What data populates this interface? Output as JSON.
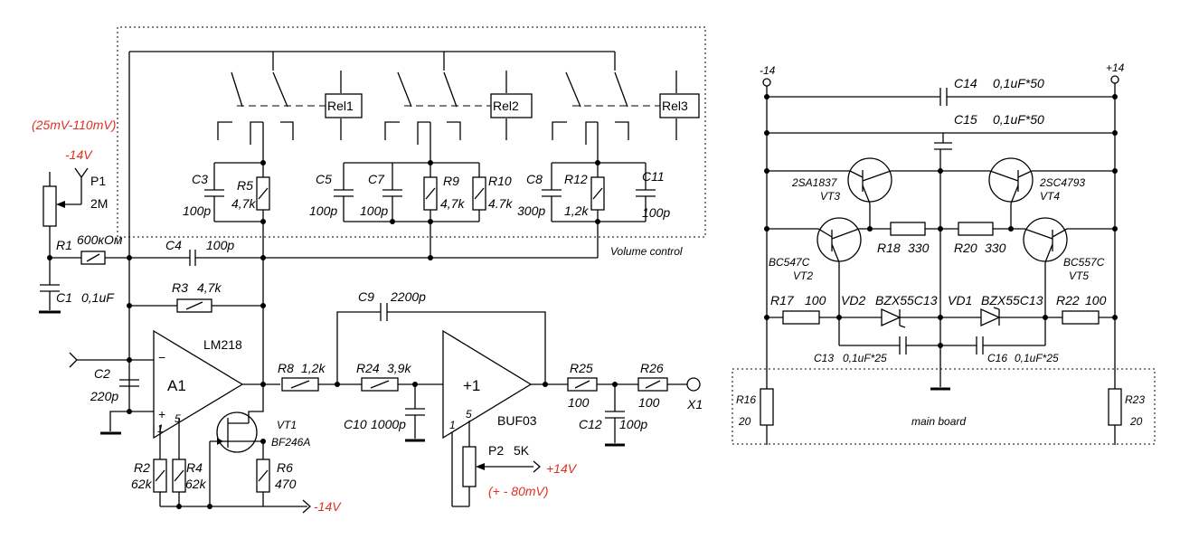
{
  "left": {
    "relays": [
      "Rel1",
      "Rel2",
      "Rel3"
    ],
    "components": {
      "C3": [
        "C3",
        "100p"
      ],
      "R5": [
        "R5",
        "4,7k"
      ],
      "C5": [
        "C5",
        "100p"
      ],
      "C7": [
        "C7",
        "100p"
      ],
      "R9": [
        "R9",
        "4,7k"
      ],
      "R10": [
        "R10",
        "4.7k"
      ],
      "C8": [
        "C8",
        "300p"
      ],
      "R12": [
        "R12",
        "1,2k"
      ],
      "C11": [
        "C11",
        "100p"
      ],
      "R1": [
        "R1",
        "600кОм"
      ],
      "C4": [
        "C4",
        "100p"
      ],
      "C1": [
        "C1",
        "0,1uF"
      ],
      "R3": [
        "R3",
        "4,7k"
      ],
      "C9": [
        "C9",
        "2200p"
      ],
      "C2": [
        "C2",
        "220p"
      ],
      "R8": [
        "R8",
        "1,2k"
      ],
      "R24": [
        "R24",
        "3,9k"
      ],
      "R25": [
        "R25",
        "100"
      ],
      "R26": [
        "R26",
        "100"
      ],
      "C10": [
        "C10",
        "1000p"
      ],
      "C12": [
        "C12",
        "100p"
      ],
      "R2": [
        "R2",
        "62k"
      ],
      "R4": [
        "R4",
        "62k"
      ],
      "R6": [
        "R6",
        "470"
      ],
      "VT1": [
        "VT1",
        "BF246A"
      ],
      "P1": [
        "P1",
        "2M"
      ],
      "P2": [
        "P2",
        "5K"
      ]
    },
    "opamps": {
      "a1_name": "A1",
      "a1_type": "LM218",
      "buf_name": "+1",
      "buf_type": "BUF03",
      "pin1": "1",
      "pin5": "5",
      "minus": "−",
      "plus": "+"
    },
    "volume_control": "Volume control",
    "p1_range": "(25mV-110mV)",
    "p1_supply": "-14V",
    "p2_range": "(+ - 80mV)",
    "p2_supply": "+14V",
    "neg_supply": "-14V",
    "output": "X1"
  },
  "right": {
    "rail_neg": "-14",
    "rail_pos": "+14",
    "C14": "C14",
    "C14_val": "0,1uF*50",
    "C15": "C15",
    "C15_val": "0,1uF*50",
    "VT3_type": "2SA1837",
    "VT3": "VT3",
    "VT4_type": "2SC4793",
    "VT4": "VT4",
    "VT2_type": "BC547C",
    "VT2": "VT2",
    "VT5_type": "BC557C",
    "VT5": "VT5",
    "R18": "R18",
    "R18_val": "330",
    "R20": "R20",
    "R20_val": "330",
    "R17": "R17",
    "R17_val": "100",
    "R22": "R22",
    "R22_val": "100",
    "VD2": "VD2",
    "VD2_type": "BZX55C13",
    "VD1": "VD1",
    "VD1_type": "BZX55C13",
    "C13": "C13",
    "C13_val": "0,1uF*25",
    "C16": "C16",
    "C16_val": "0,1uF*25",
    "R16": "R16",
    "R16_val": "20",
    "R23": "R23",
    "R23_val": "20",
    "main_board": "main board"
  }
}
